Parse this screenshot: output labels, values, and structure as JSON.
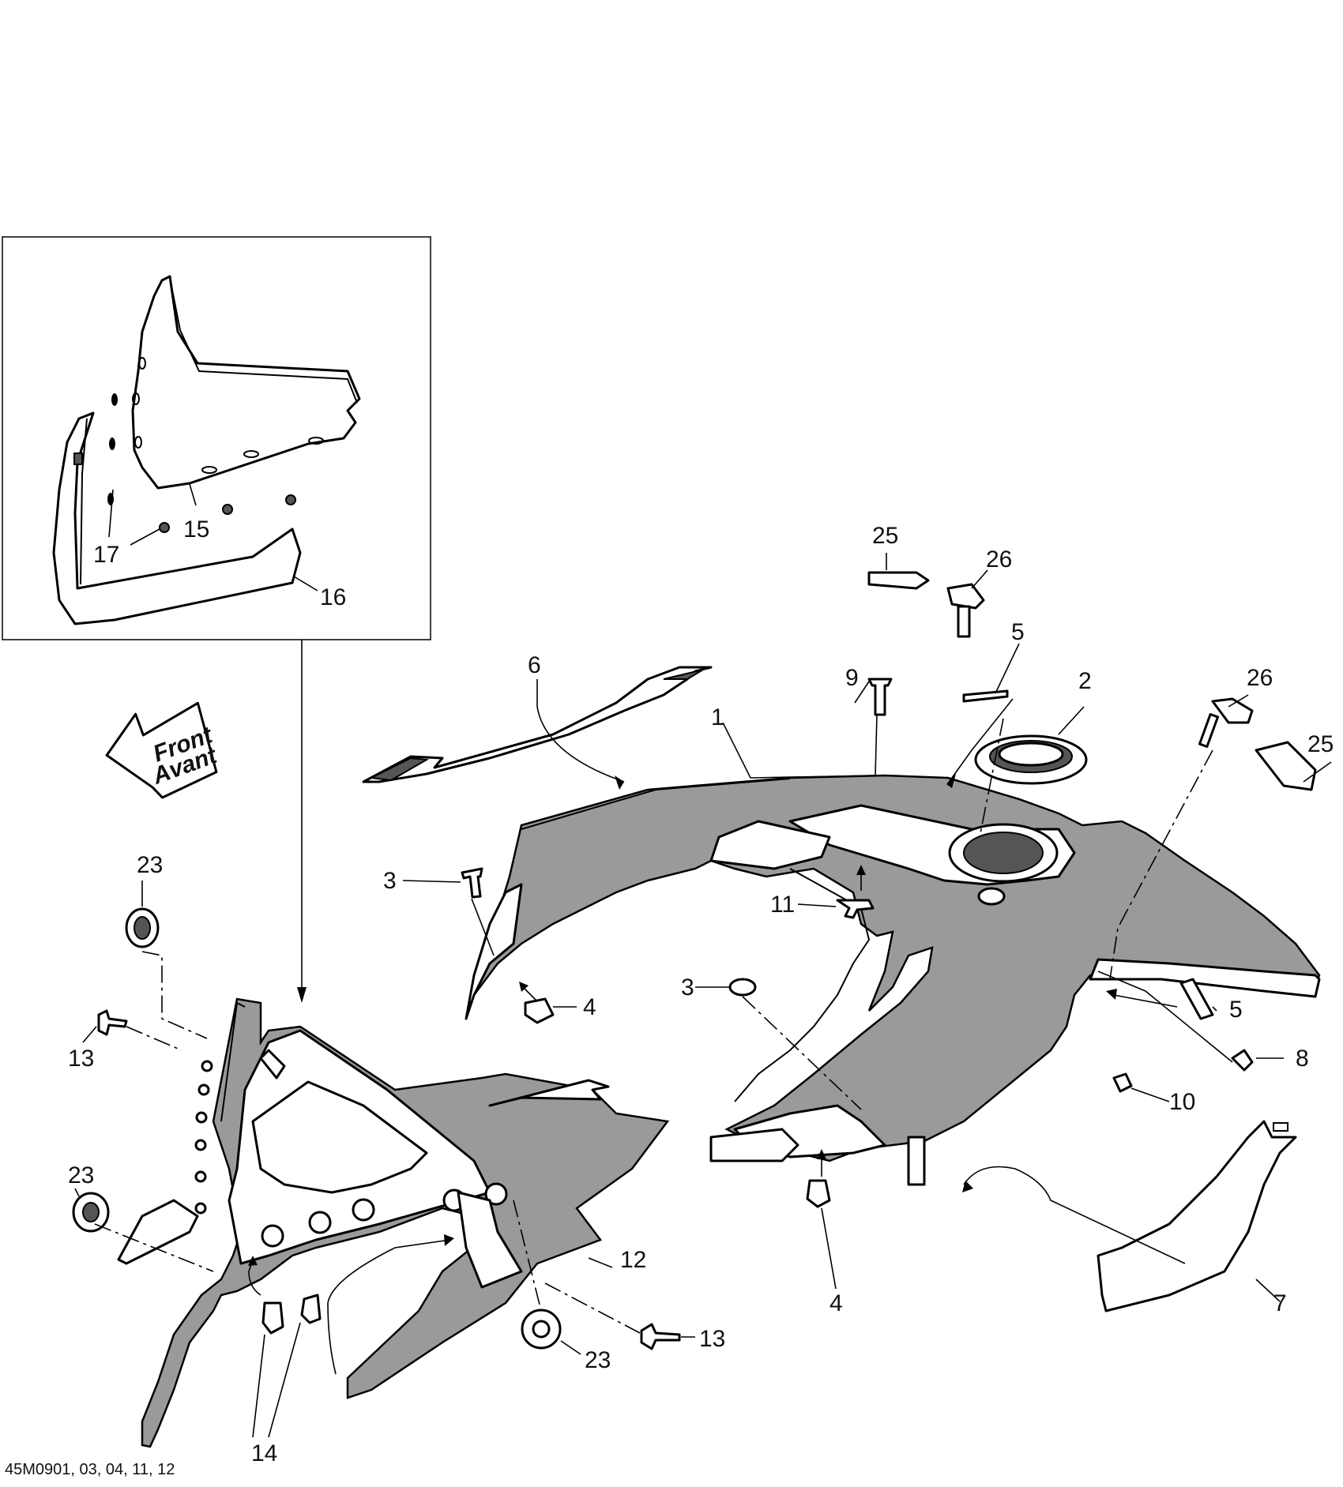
{
  "diagram": {
    "drawing_code": "45M0901, 03, 04, 11, 12",
    "direction_label": {
      "line1": "Front",
      "line2": "Avant"
    },
    "callouts": [
      {
        "id": "c15",
        "label": "15"
      },
      {
        "id": "c17",
        "label": "17"
      },
      {
        "id": "c16",
        "label": "16"
      },
      {
        "id": "c25a",
        "label": "25"
      },
      {
        "id": "c26a",
        "label": "26"
      },
      {
        "id": "c5a",
        "label": "5"
      },
      {
        "id": "c9",
        "label": "9"
      },
      {
        "id": "c2",
        "label": "2"
      },
      {
        "id": "c26b",
        "label": "26"
      },
      {
        "id": "c25b",
        "label": "25"
      },
      {
        "id": "c6",
        "label": "6"
      },
      {
        "id": "c1",
        "label": "1"
      },
      {
        "id": "c23a",
        "label": "23"
      },
      {
        "id": "c3a",
        "label": "3"
      },
      {
        "id": "c11",
        "label": "11"
      },
      {
        "id": "c4a",
        "label": "4"
      },
      {
        "id": "c3b",
        "label": "3"
      },
      {
        "id": "c5b",
        "label": "5"
      },
      {
        "id": "c8",
        "label": "8"
      },
      {
        "id": "c13a",
        "label": "13"
      },
      {
        "id": "c10",
        "label": "10"
      },
      {
        "id": "c23b",
        "label": "23"
      },
      {
        "id": "c12",
        "label": "12"
      },
      {
        "id": "c4b",
        "label": "4"
      },
      {
        "id": "c7",
        "label": "7"
      },
      {
        "id": "c13b",
        "label": "13"
      },
      {
        "id": "c23c",
        "label": "23"
      },
      {
        "id": "c14",
        "label": "14"
      }
    ]
  }
}
